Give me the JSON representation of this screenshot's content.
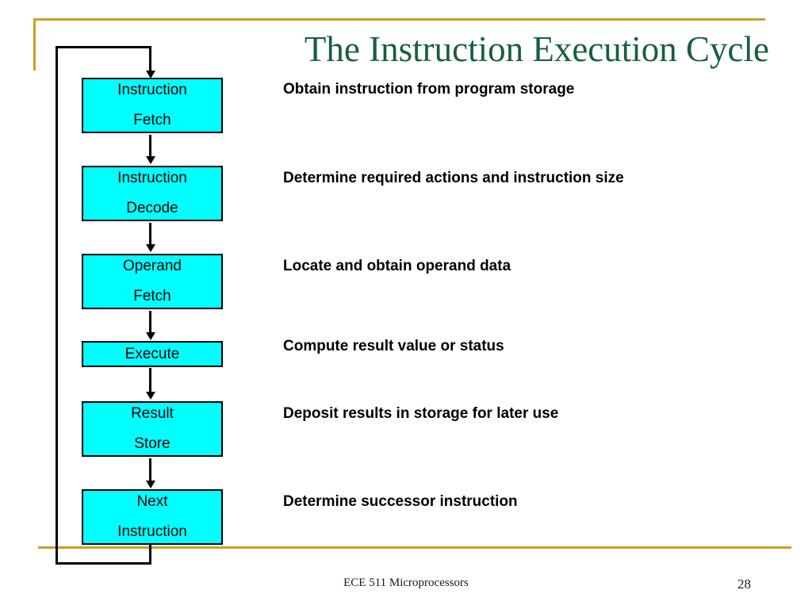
{
  "slide": {
    "title": "The Instruction Execution Cycle",
    "title_color": "#17603a",
    "accent_color": "#c9a227",
    "box_fill": "#00ffff",
    "box_border": "#000000",
    "background": "#ffffff"
  },
  "footer": {
    "course": "ECE 511 Microprocessors",
    "page_number": "28"
  },
  "diagram": {
    "type": "flowchart",
    "orientation": "vertical",
    "loop": "Next Instruction feeds back to Instruction Fetch",
    "stages": [
      {
        "id": "instruction-fetch",
        "line1": "Instruction",
        "line2": "Fetch",
        "description": "Obtain instruction from program storage"
      },
      {
        "id": "instruction-decode",
        "line1": "Instruction",
        "line2": "Decode",
        "description": "Determine required actions and instruction size"
      },
      {
        "id": "operand-fetch",
        "line1": "Operand",
        "line2": "Fetch",
        "description": "Locate and obtain operand data"
      },
      {
        "id": "execute",
        "line1": "Execute",
        "line2": "",
        "description": "Compute result value or status"
      },
      {
        "id": "result-store",
        "line1": "Result",
        "line2": "Store",
        "description": "Deposit results in storage for later use"
      },
      {
        "id": "next-instruction",
        "line1": "Next",
        "line2": "Instruction",
        "description": "Determine successor instruction"
      }
    ]
  }
}
